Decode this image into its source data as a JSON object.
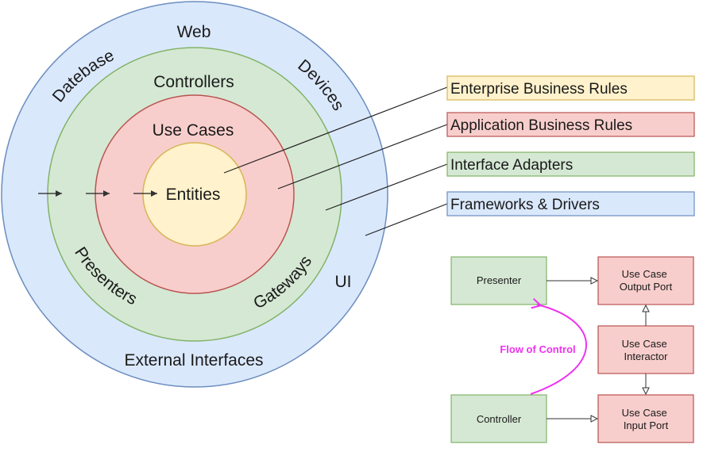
{
  "rings": {
    "outer": {
      "labels": {
        "top": "Web",
        "left": "Datebase",
        "right": "Devices",
        "side": "UI",
        "bottom": "External Interfaces"
      },
      "color": "#dae8fc"
    },
    "adapters": {
      "labels": {
        "top": "Controllers",
        "left": "Presenters",
        "right": "Gateways"
      },
      "color": "#d5e8d4"
    },
    "usecases": {
      "labels": {
        "top": "Use Cases"
      },
      "color": "#f8cecc"
    },
    "entities": {
      "labels": {
        "center": "Entities"
      },
      "color": "#fff2cc"
    }
  },
  "legend": [
    {
      "label": "Enterprise Business Rules",
      "color": "#fff2cc"
    },
    {
      "label": "Application Business Rules",
      "color": "#f8cecc"
    },
    {
      "label": "Interface Adapters",
      "color": "#d5e8d4"
    },
    {
      "label": "Frameworks & Drivers",
      "color": "#dae8fc"
    }
  ],
  "flow": {
    "presenter": "Presenter",
    "controller": "Controller",
    "output_port": [
      "Use Case",
      "Output Port"
    ],
    "interactor": [
      "Use Case",
      "Interactor"
    ],
    "input_port": [
      "Use Case",
      "Input Port"
    ],
    "flow_label": "Flow of Control"
  }
}
